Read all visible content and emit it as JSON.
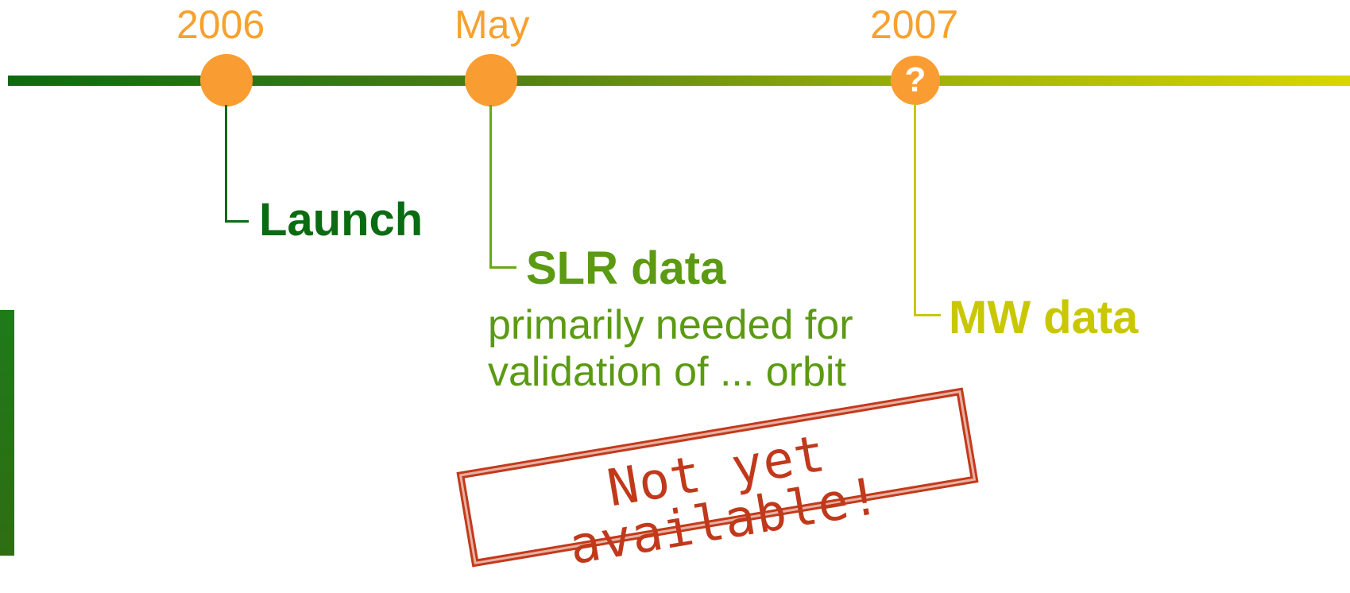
{
  "timeline": {
    "events": [
      {
        "year": "2006",
        "label": "Launch",
        "marker": "filled-circle"
      },
      {
        "year": "May",
        "label": "SLR data",
        "description": "primarily needed for validation of ... orbit",
        "marker": "filled-circle"
      },
      {
        "year": "2007",
        "label": "MW data",
        "marker": "question-circle",
        "marker_text": "?"
      }
    ]
  },
  "stamp": {
    "text": "Not yet available!"
  },
  "colors": {
    "year_text": "#f7a12e",
    "marker": "#f99d33",
    "launch": "#0b6b12",
    "slr": "#5b9a12",
    "mw": "#c9c700",
    "stamp": "#c0391b"
  }
}
